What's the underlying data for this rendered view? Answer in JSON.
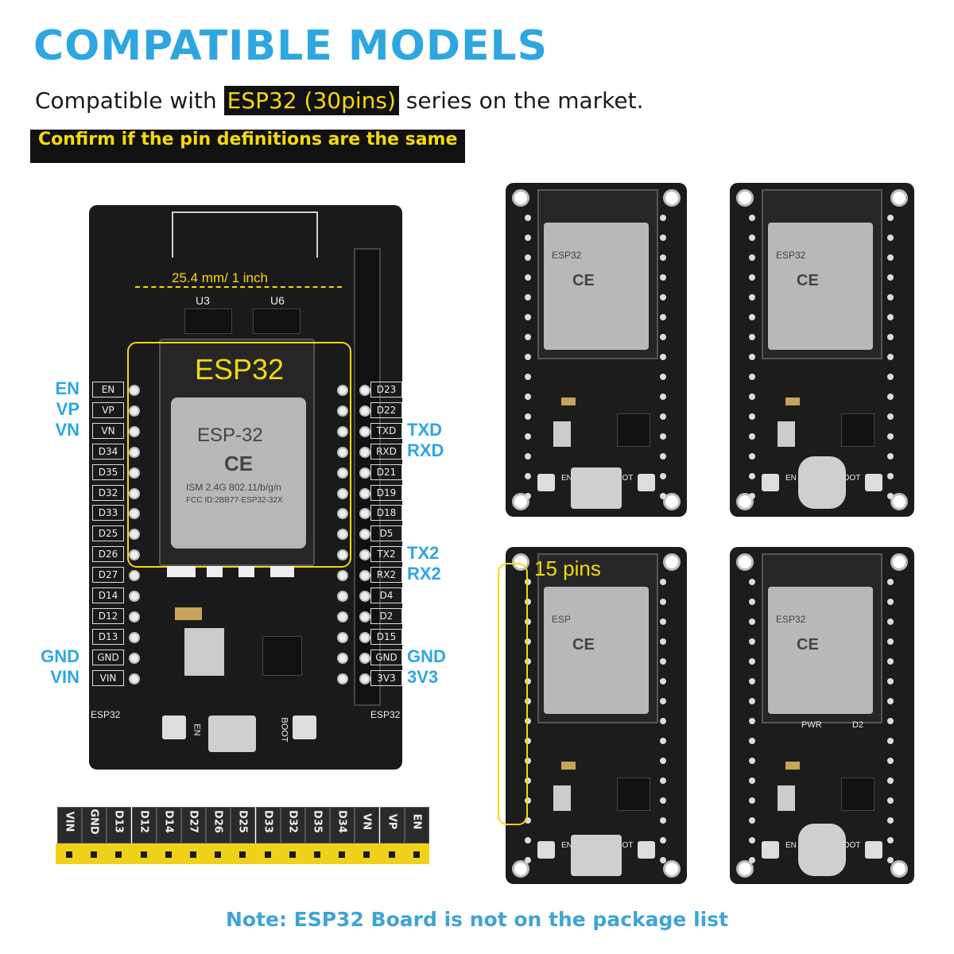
{
  "header": {
    "title": "COMPATIBLE MODELS",
    "subtitle_pre": "Compatible with ",
    "subtitle_highlight": "ESP32 (30pins)",
    "subtitle_post": " series on the market.",
    "confirm": "Confirm if the pin definitions are the same"
  },
  "big_board": {
    "module_label": "ESP32",
    "shield_name": "ESP-32",
    "shield_ce": "CE",
    "shield_line1": "ISM  2.4G 802.11/b/g/n",
    "shield_line2": "FCC ID:2BB77-ESP32-32X",
    "measure": "25.4 mm/ 1 inch",
    "ic_left": "U3",
    "ic_right": "U6",
    "silk_left": "ESP32",
    "silk_right": "ESP32",
    "btn_en": "EN",
    "btn_boot": "BOOT",
    "left_pins": [
      "EN",
      "VP",
      "VN",
      "D34",
      "D35",
      "D32",
      "D33",
      "D25",
      "D26",
      "D27",
      "D14",
      "D12",
      "D13",
      "GND",
      "VIN"
    ],
    "right_pins": [
      "D23",
      "D22",
      "TXD",
      "RXD",
      "D21",
      "D19",
      "D18",
      "D5",
      "TX2",
      "RX2",
      "D4",
      "D2",
      "D15",
      "GND",
      "3V3"
    ],
    "left_callouts": [
      {
        "text": "EN",
        "row": 0
      },
      {
        "text": "VP",
        "row": 1
      },
      {
        "text": "VN",
        "row": 2
      },
      {
        "text": "GND",
        "row": 13
      },
      {
        "text": "VIN",
        "row": 14
      }
    ],
    "right_callouts": [
      {
        "text": "TXD",
        "row": 2
      },
      {
        "text": "RXD",
        "row": 3
      },
      {
        "text": "TX2",
        "row": 8
      },
      {
        "text": "RX2",
        "row": 9
      },
      {
        "text": "GND",
        "row": 13
      },
      {
        "text": "3V3",
        "row": 14
      }
    ]
  },
  "header_strip": [
    "VIN",
    "GND",
    "D13",
    "D12",
    "D14",
    "D27",
    "D26",
    "D25",
    "D33",
    "D32",
    "D35",
    "D34",
    "VN",
    "VP",
    "EN"
  ],
  "boards": [
    {
      "usb": "micro",
      "shield": "ESP32",
      "label": ""
    },
    {
      "usb": "type-c",
      "shield": "ESP32",
      "label": ""
    },
    {
      "usb": "micro",
      "shield": "ESP",
      "label": "15 pins"
    },
    {
      "usb": "type-c",
      "shield": "ESP32",
      "label": "D2"
    }
  ],
  "board_boot": "BOOT",
  "board_en": "EN",
  "board_pwr": "PWR",
  "note": "Note: ESP32 Board is not on the package list",
  "colors": {
    "accent": "#2ea7e0",
    "highlight": "#f5d90a",
    "note": "#3ea4d6"
  }
}
